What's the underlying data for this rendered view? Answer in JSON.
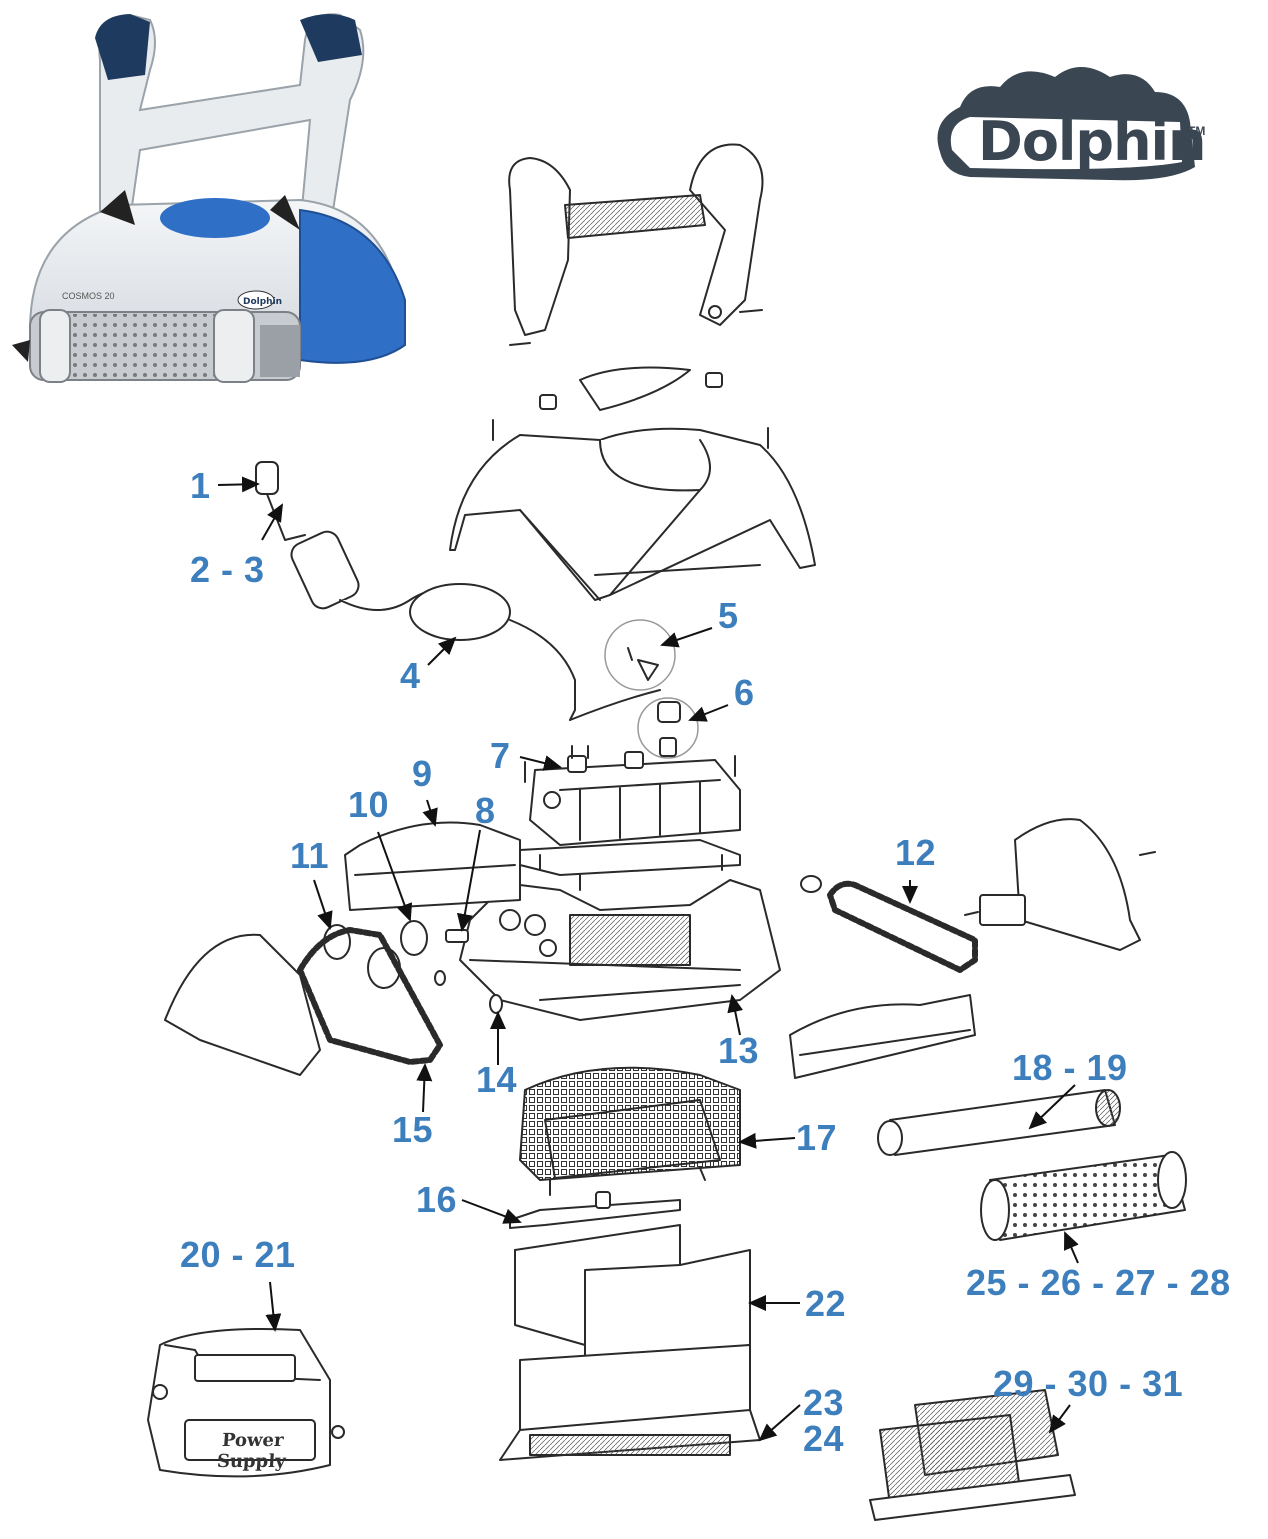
{
  "brand": {
    "logo_text": "Dolphin",
    "trademark": "TM",
    "mini_logo_text": "Dolphin"
  },
  "robot_photo": {
    "model_label": "COSMOS 20"
  },
  "power_supply": {
    "label": "Power Supply"
  },
  "colors": {
    "callout": "#3d7ebd",
    "robot_blue": "#2f6fc6",
    "line_art": "#2a2a2a",
    "logo_gray": "#3a4652"
  },
  "callouts": [
    {
      "id": "c1",
      "text": "1"
    },
    {
      "id": "c2",
      "text": "2 - 3"
    },
    {
      "id": "c4",
      "text": "4"
    },
    {
      "id": "c5",
      "text": "5"
    },
    {
      "id": "c6",
      "text": "6"
    },
    {
      "id": "c7",
      "text": "7"
    },
    {
      "id": "c8",
      "text": "8"
    },
    {
      "id": "c9",
      "text": "9"
    },
    {
      "id": "c10",
      "text": "10"
    },
    {
      "id": "c11",
      "text": "11"
    },
    {
      "id": "c12",
      "text": "12"
    },
    {
      "id": "c13",
      "text": "13"
    },
    {
      "id": "c14",
      "text": "14"
    },
    {
      "id": "c15",
      "text": "15"
    },
    {
      "id": "c16",
      "text": "16"
    },
    {
      "id": "c17",
      "text": "17"
    },
    {
      "id": "c18",
      "text": "18 - 19"
    },
    {
      "id": "c20",
      "text": "20 - 21"
    },
    {
      "id": "c22",
      "text": "22"
    },
    {
      "id": "c23",
      "text": "23"
    },
    {
      "id": "c24",
      "text": "24"
    },
    {
      "id": "c25",
      "text": "25 - 26 - 27 - 28"
    },
    {
      "id": "c29",
      "text": "29 - 30 - 31"
    }
  ]
}
